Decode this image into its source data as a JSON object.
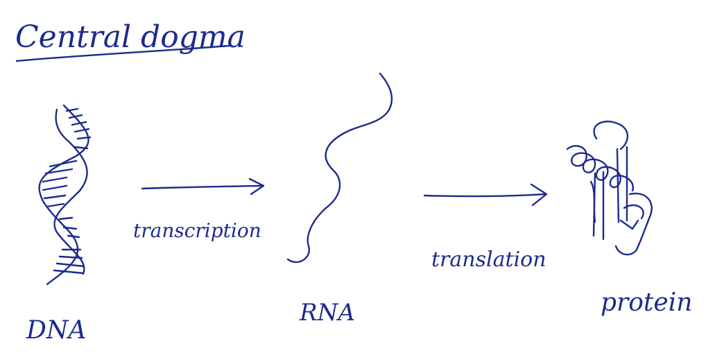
{
  "title": "Central dogma",
  "labels": {
    "dna": "DNA",
    "rna": "RNA",
    "protein": "protein"
  },
  "steps": {
    "transcription": "transcription",
    "translation": "translation"
  },
  "colors": {
    "ink": "#1c2a8c",
    "background": "#ffffff"
  }
}
